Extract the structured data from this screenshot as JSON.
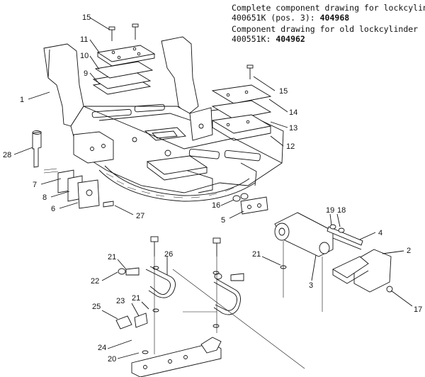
{
  "header": {
    "line1": "Complete component drawing for lockcylinder",
    "line2_prefix": "400651K (pos. 3): ",
    "line2_number": "404968",
    "line3": "Component drawing for old lockcylinder",
    "line4_prefix": "400551K: ",
    "line4_number": "404962"
  },
  "callouts": {
    "c1": "1",
    "c2": "2",
    "c3": "3",
    "c4": "4",
    "c5": "5",
    "c6": "6",
    "c7": "7",
    "c8": "8",
    "c9": "9",
    "c10": "10",
    "c11": "11",
    "c12": "12",
    "c13": "13",
    "c14": "14",
    "c15a": "15",
    "c15b": "15",
    "c16": "16",
    "c17": "17",
    "c18": "18",
    "c19": "19",
    "c20": "20",
    "c21a": "21",
    "c21b": "21",
    "c21c": "21",
    "c22": "22",
    "c23": "23",
    "c24": "24",
    "c25": "25",
    "c26": "26",
    "c27": "27",
    "c28": "28"
  }
}
